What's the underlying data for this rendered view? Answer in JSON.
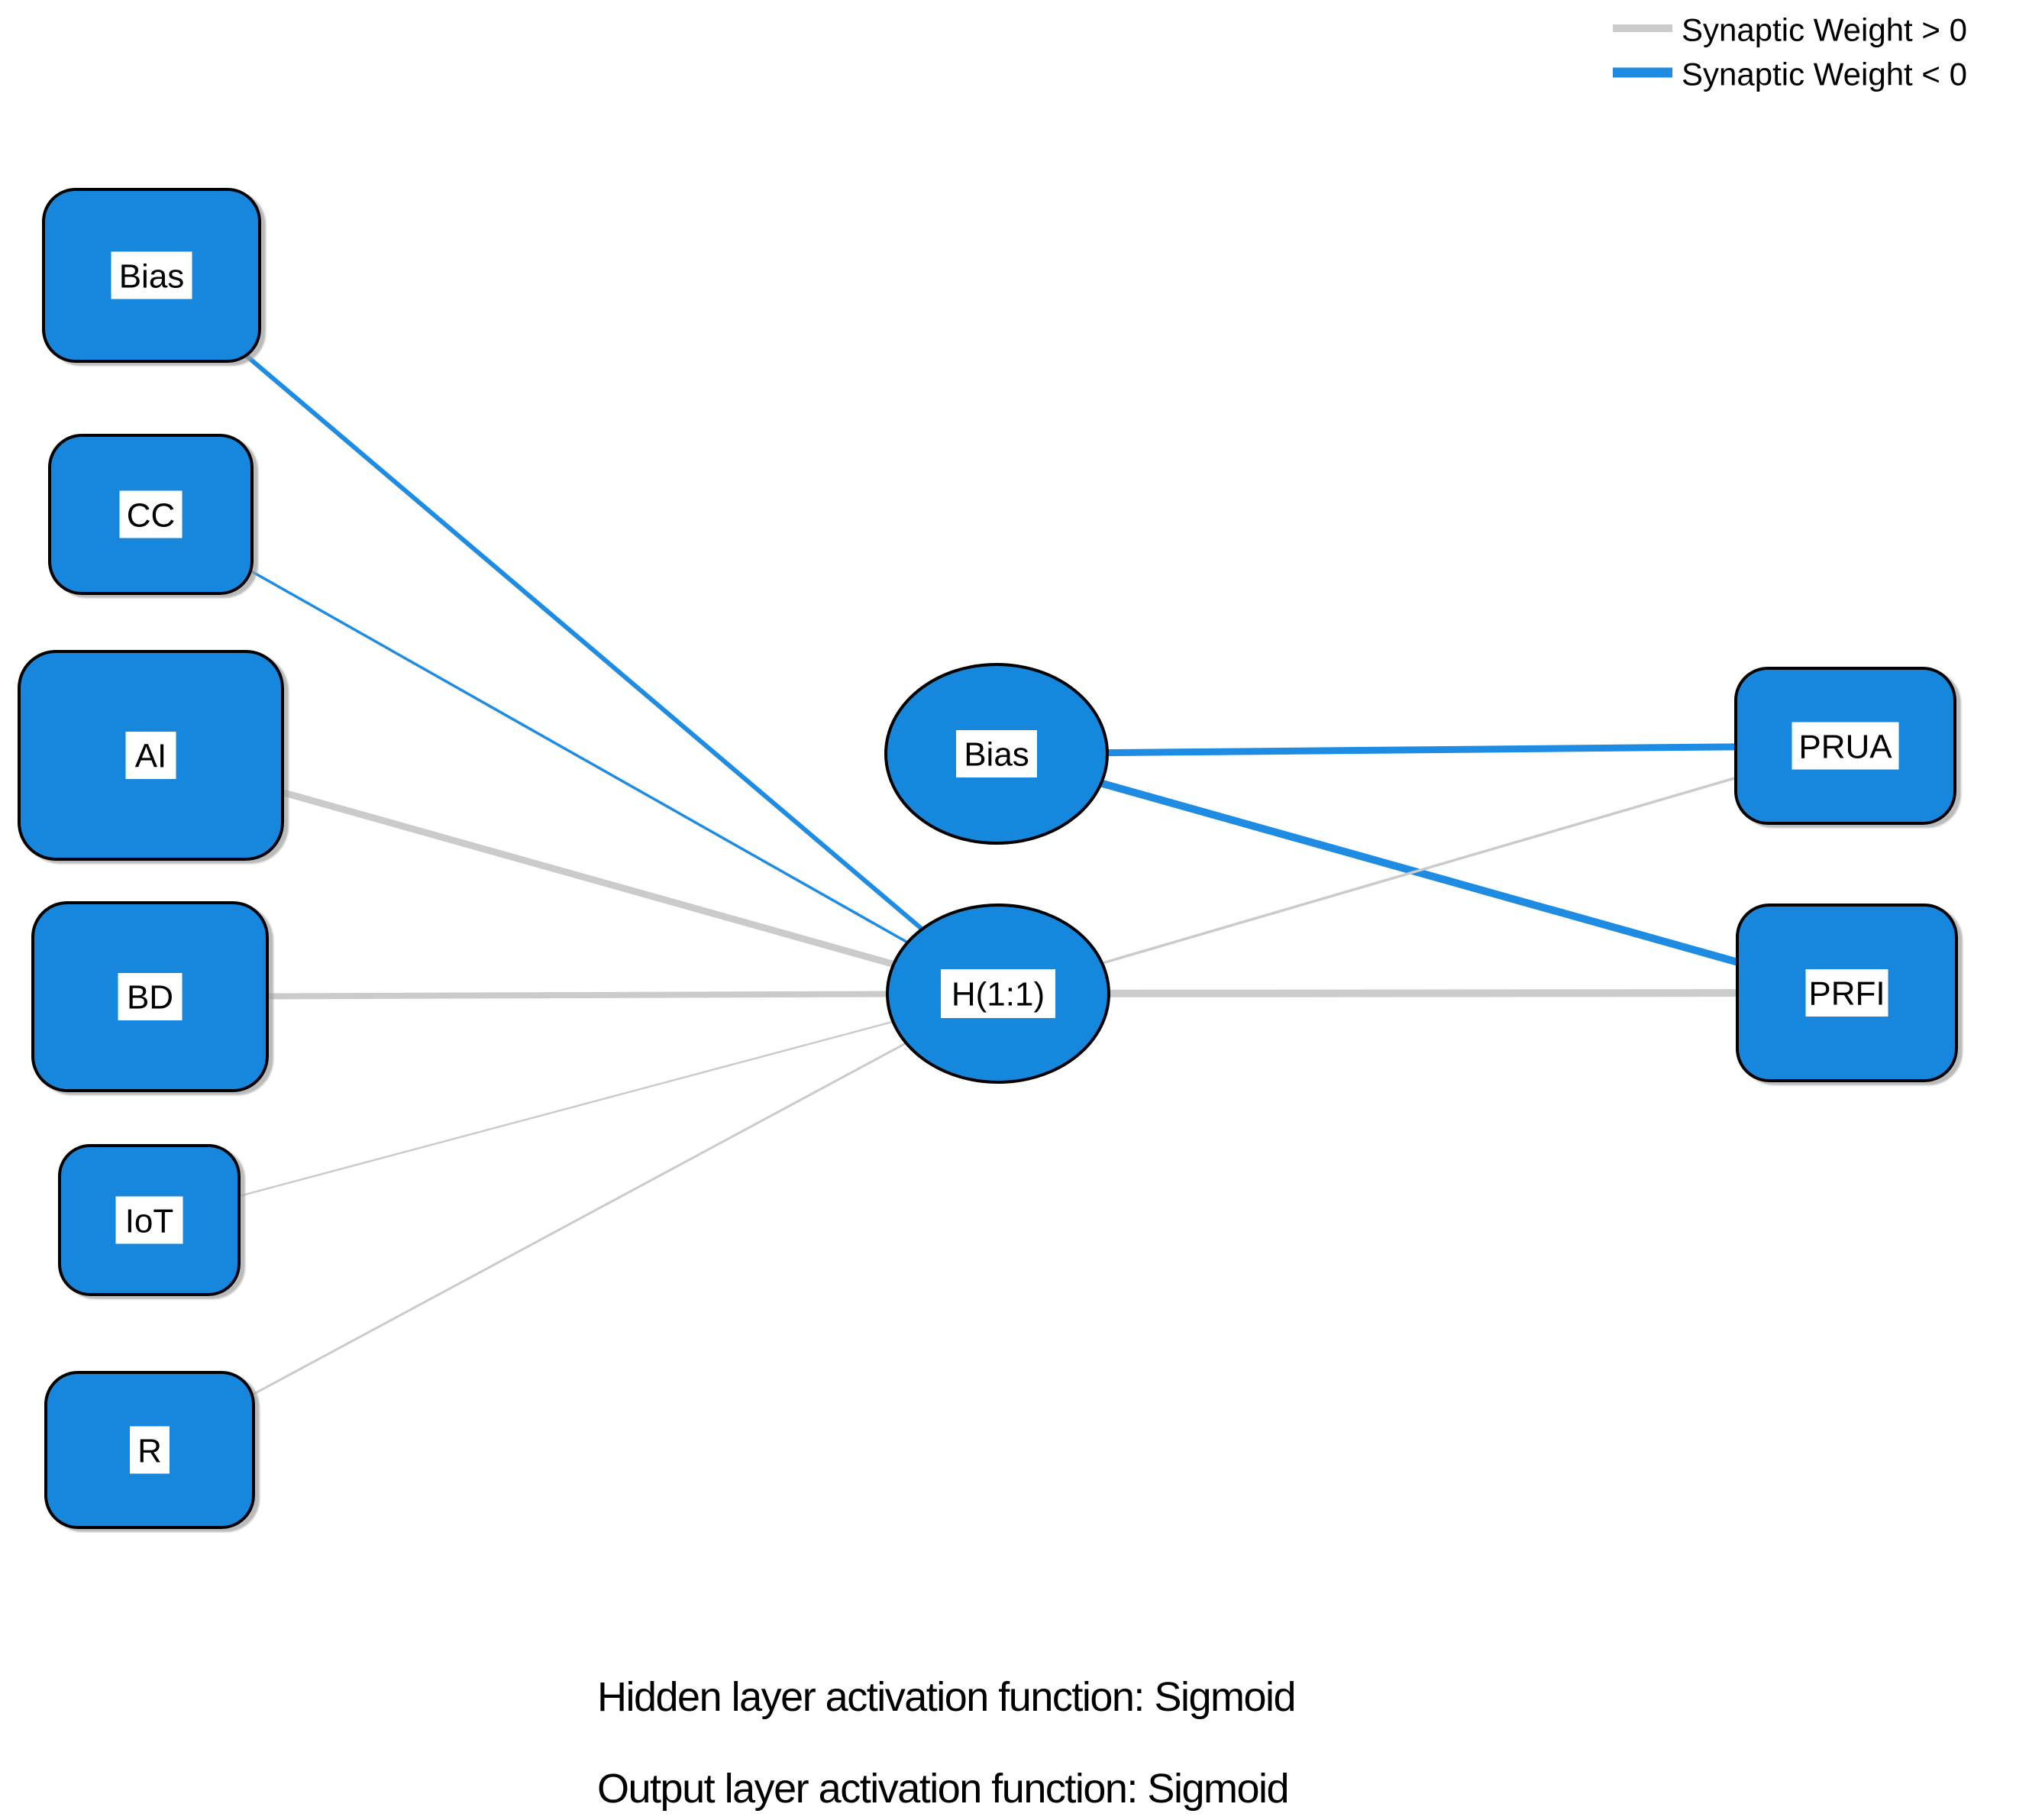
{
  "colors": {
    "node-fill": "#1587DC",
    "node-stroke": "#000000",
    "label-bg": "#FFFFFF",
    "text": "#000000",
    "positive": "#CBCBCB",
    "negative": "#1E8CE3"
  },
  "legend": [
    {
      "label": "Synaptic Weight > 0",
      "sign": "positive"
    },
    {
      "label": "Synaptic Weight < 0",
      "sign": "negative"
    }
  ],
  "nodes": {
    "input_bias": "Bias",
    "input_cc": "CC",
    "input_ai": "AI",
    "input_bd": "BD",
    "input_iot": "IoT",
    "input_r": "R",
    "hidden_bias": "Bias",
    "hidden_h11": "H(1:1)",
    "output_prua": "PRUA",
    "output_prfi": "PRFI"
  },
  "edges": [
    {
      "from": "input-bias",
      "to": "hidden-h11",
      "sign": "negative",
      "width": 6
    },
    {
      "from": "input-cc",
      "to": "hidden-h11",
      "sign": "negative",
      "width": 3.5
    },
    {
      "from": "input-ai",
      "to": "hidden-h11",
      "sign": "positive",
      "width": 9
    },
    {
      "from": "input-bd",
      "to": "hidden-h11",
      "sign": "positive",
      "width": 8
    },
    {
      "from": "input-iot",
      "to": "hidden-h11",
      "sign": "positive",
      "width": 2.5
    },
    {
      "from": "input-r",
      "to": "hidden-h11",
      "sign": "positive",
      "width": 3
    },
    {
      "from": "hidden-bias",
      "to": "output-prua",
      "sign": "negative",
      "width": 9
    },
    {
      "from": "hidden-bias",
      "to": "output-prfi",
      "sign": "negative",
      "width": 10
    },
    {
      "from": "hidden-h11",
      "to": "output-prua",
      "sign": "positive",
      "width": 3.5
    },
    {
      "from": "hidden-h11",
      "to": "output-prfi",
      "sign": "positive",
      "width": 10
    }
  ],
  "captions": {
    "hidden_activation": "Hidden layer activation function: Sigmoid",
    "output_activation": "Output layer activation function: Sigmoid"
  }
}
